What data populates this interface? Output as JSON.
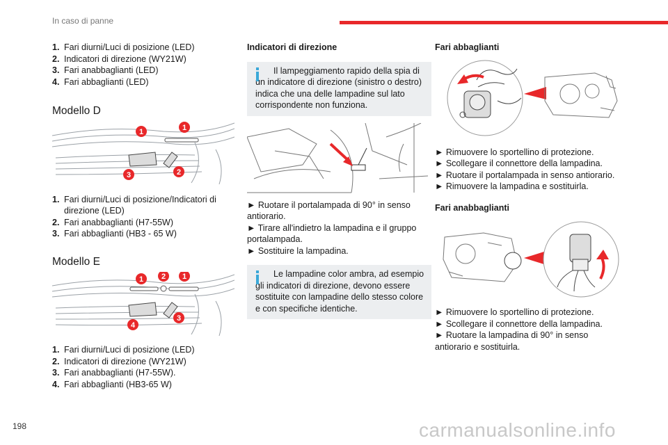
{
  "header": {
    "title": "In caso di panne"
  },
  "page_number": "198",
  "watermark": "carmanualsonline.info",
  "colors": {
    "accent": "#e8282a",
    "info_blue": "#3aa8d8",
    "note_bg": "#eceef0"
  },
  "col1": {
    "list_a": [
      {
        "n": "1.",
        "text": "Fari diurni/Luci di posizione (LED)"
      },
      {
        "n": "2.",
        "text": "Indicatori di direzione (WY21W)"
      },
      {
        "n": "3.",
        "text": "Fari anabbaglianti (LED)"
      },
      {
        "n": "4.",
        "text": "Fari abbaglianti (LED)"
      }
    ],
    "model_d": {
      "title": "Modello D",
      "markers": [
        "1",
        "1",
        "2",
        "3"
      ],
      "list": [
        {
          "n": "1.",
          "text": "Fari diurni/Luci di posizione/Indicatori di direzione (LED)"
        },
        {
          "n": "2.",
          "text": "Fari anabbaglianti (H7-55W)"
        },
        {
          "n": "3.",
          "text": "Fari abbaglianti (HB3 - 65 W)"
        }
      ]
    },
    "model_e": {
      "title": "Modello E",
      "markers": [
        "1",
        "2",
        "1",
        "3",
        "4"
      ],
      "list": [
        {
          "n": "1.",
          "text": "Fari diurni/Luci di posizione (LED)"
        },
        {
          "n": "2.",
          "text": "Indicatori di direzione (WY21W)"
        },
        {
          "n": "3.",
          "text": "Fari anabbaglianti (H7-55W)."
        },
        {
          "n": "4.",
          "text": "Fari abbaglianti (HB3-65 W)"
        }
      ]
    }
  },
  "col2": {
    "title": "Indicatori di direzione",
    "note1": "Il lampeggiamento rapido della spia di un indicatore di direzione (sinistro o destro) indica che una delle lampadine sul lato corrispondente non funziona.",
    "steps": [
      "► Ruotare il portalampada di 90° in senso antiorario.",
      "► Tirare all'indietro la lampadina e il gruppo portalampada.",
      "► Sostituire la lampadina."
    ],
    "note2": "Le lampadine color ambra, ad esempio gli indicatori di direzione, devono essere sostituite con lampadine dello stesso colore e con specifiche identiche."
  },
  "col3": {
    "high_beam": {
      "title": "Fari abbaglianti",
      "steps": [
        "► Rimuovere lo sportellino di protezione.",
        "► Scollegare il connettore della lampadina.",
        "► Ruotare il portalampada in senso antiorario.",
        "► Rimuovere la lampadina e sostituirla."
      ]
    },
    "low_beam": {
      "title": "Fari anabbaglianti",
      "steps": [
        "► Rimuovere lo sportellino di protezione.",
        "► Scollegare il connettore della lampadina.",
        "► Ruotare la lampadina di 90° in senso antiorario e sostituirla."
      ]
    }
  }
}
